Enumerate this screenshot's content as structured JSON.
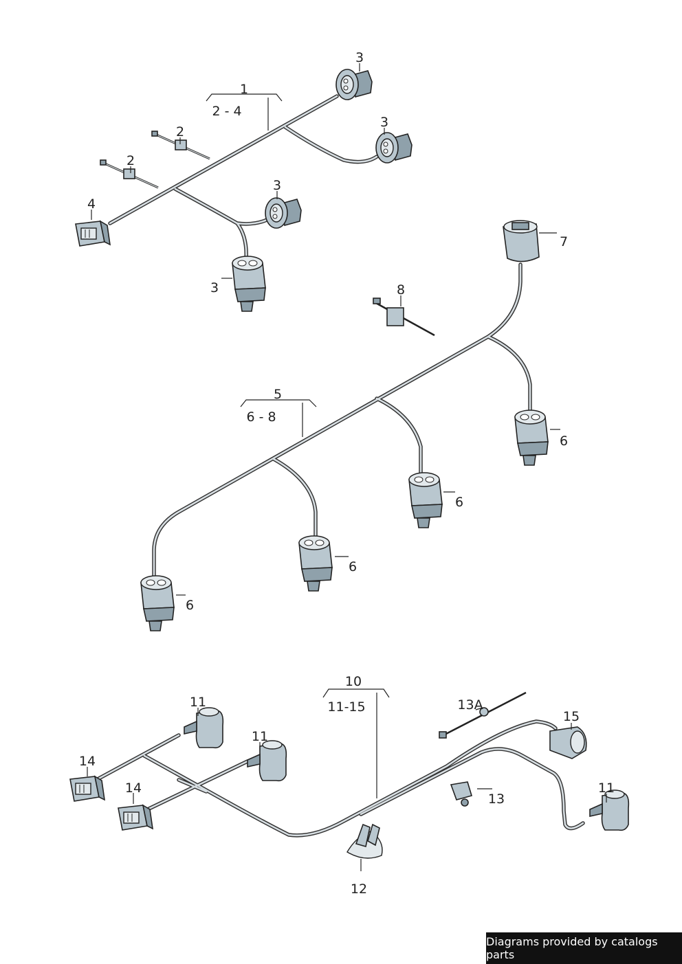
{
  "groups": [
    {
      "number": "1",
      "range": "2 - 4"
    },
    {
      "number": "5",
      "range": "6 - 8"
    },
    {
      "number": "10",
      "range": "11-15"
    }
  ],
  "callouts": {
    "c1": "3",
    "c2": "3",
    "c3": "3",
    "c4": "3",
    "c5": "2",
    "c6": "2",
    "c7": "4",
    "c8": "7",
    "c9": "8",
    "c10": "6",
    "c11": "6",
    "c12": "6",
    "c13": "6",
    "c14": "11",
    "c15": "11",
    "c16": "11",
    "c17": "14",
    "c18": "14",
    "c19": "13A",
    "c20": "15",
    "c21": "13",
    "c22": "12"
  },
  "footer": "Diagrams provided by catalogs parts"
}
